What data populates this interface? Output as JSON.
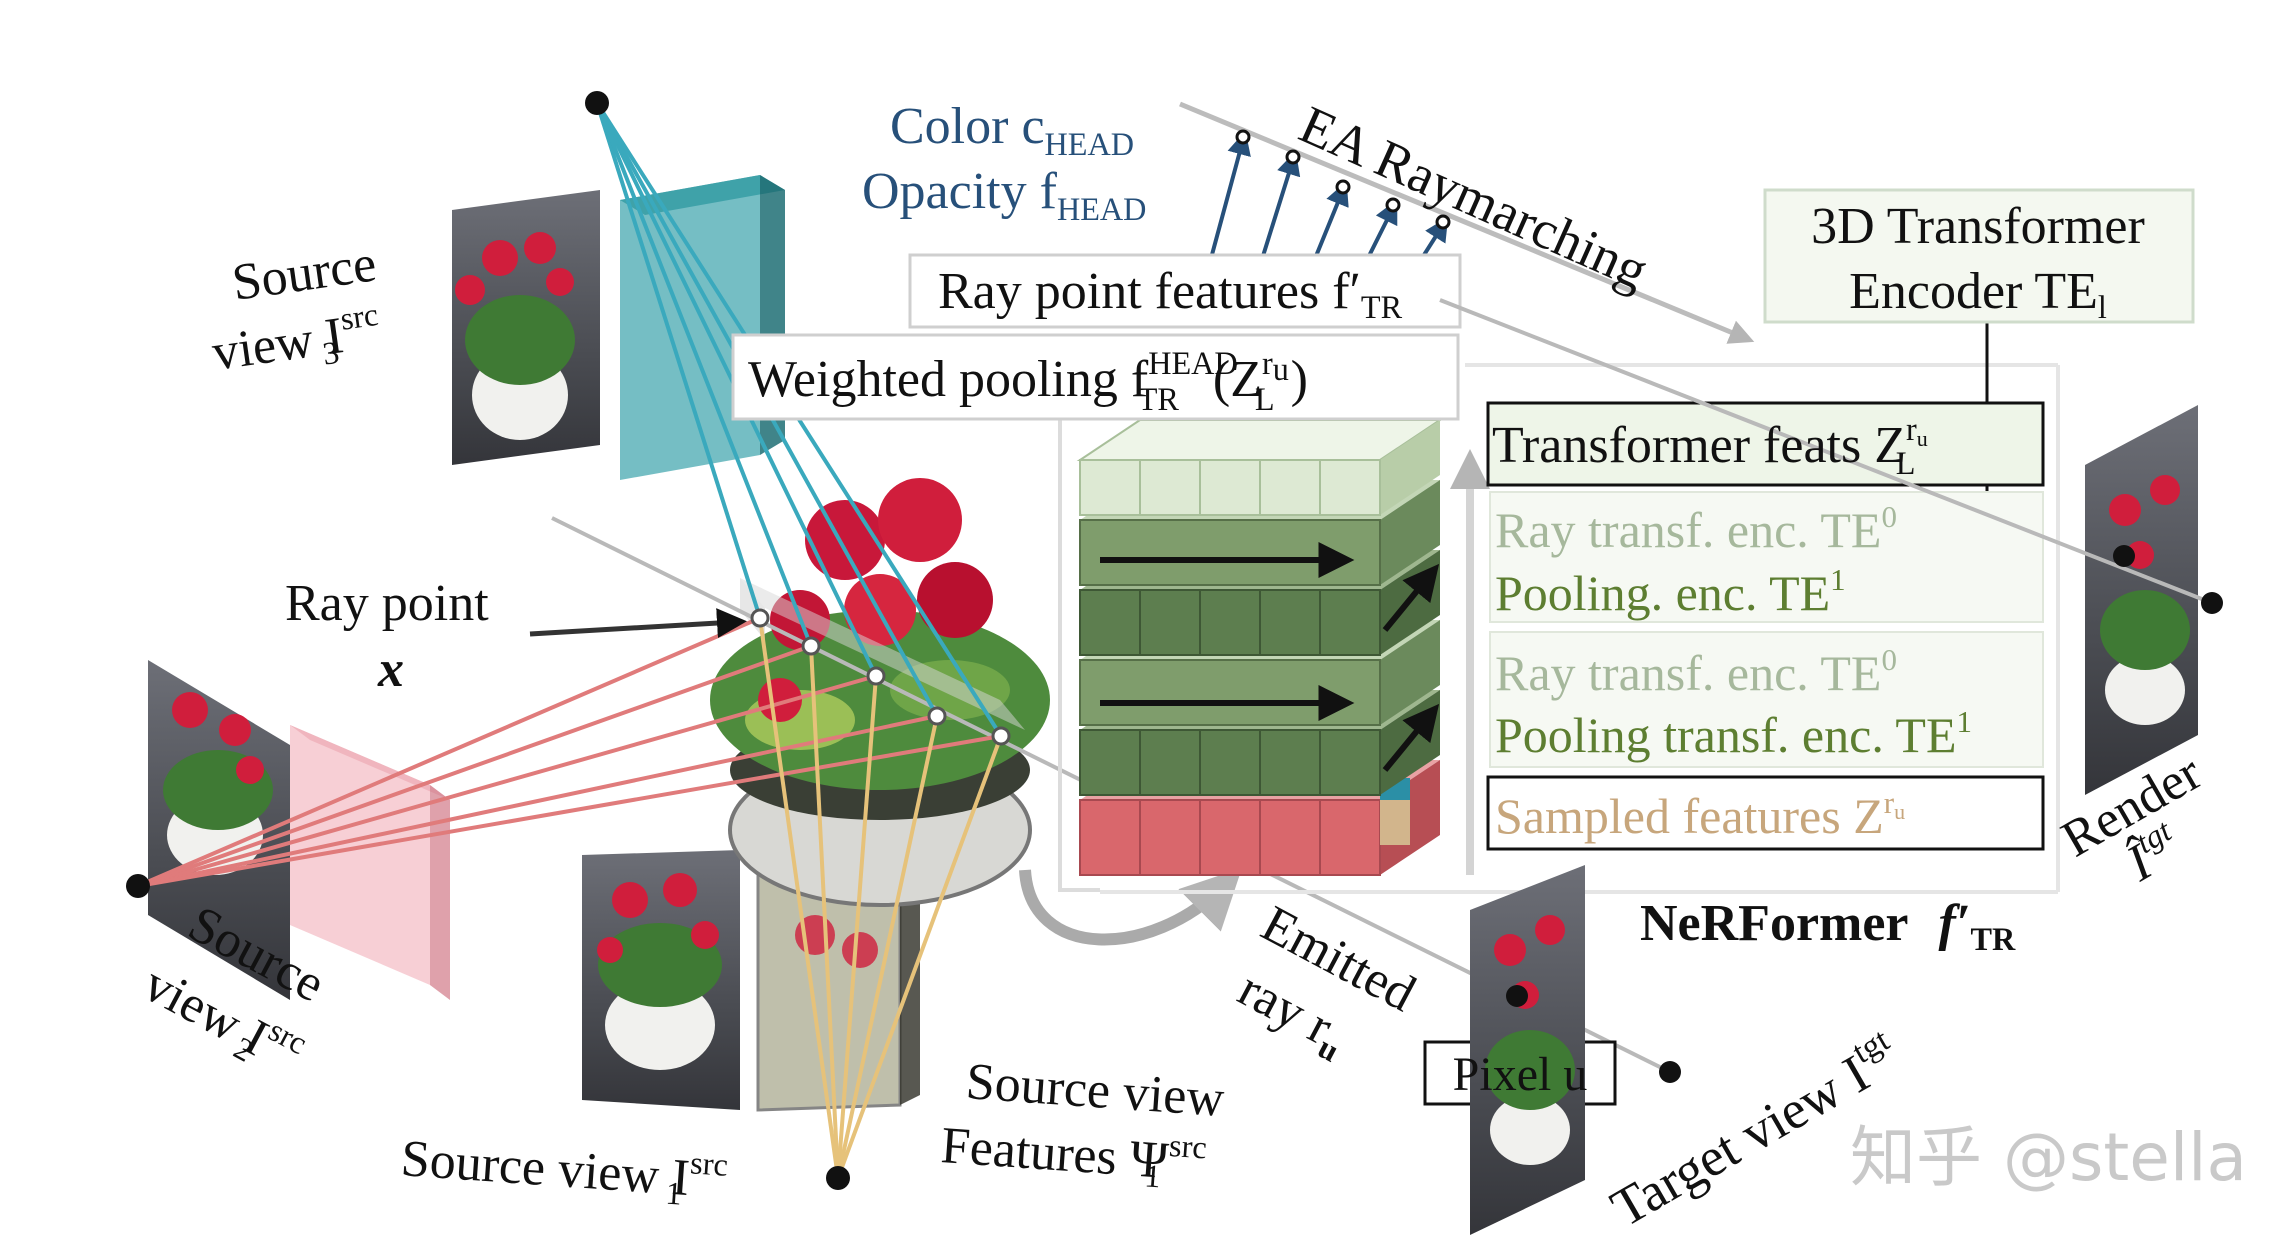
{
  "labels": {
    "color_head": "Color c",
    "color_head_sub": "HEAD",
    "opacity_head": "Opacity f",
    "opacity_head_sub": "HEAD",
    "ea_raymarching": "EA Raymarching",
    "transformer_encoder_1": "3D Transformer",
    "transformer_encoder_2": "Encoder TE",
    "transformer_encoder_sub": "l",
    "ray_point_features": "Ray point features f′",
    "ray_point_features_sub": "TR",
    "weighted_pooling": "Weighted pooling f",
    "weighted_pooling_sup": "HEAD",
    "weighted_pooling_sub": "TR",
    "weighted_pooling_arg": "(Z",
    "weighted_pooling_arg_sup": "r",
    "weighted_pooling_arg_supsub": "u",
    "weighted_pooling_arg_sub": "L",
    "weighted_pooling_close": ")",
    "transformer_feats": "Transformer feats Z",
    "transformer_feats_sup": "r",
    "transformer_feats_supsub": "u",
    "transformer_feats_sub": "L",
    "ray_transf_enc_1": "Ray transf. enc. TE",
    "ray_transf_enc_1_sup": "0",
    "pooling_enc": "Pooling. enc. TE",
    "pooling_enc_sup": "1",
    "ray_transf_enc_2": "Ray transf. enc. TE",
    "ray_transf_enc_2_sup": "0",
    "pooling_transf_enc": "Pooling transf. enc. TE",
    "pooling_transf_enc_sup": "1",
    "sampled_features": "Sampled features Z",
    "sampled_features_sup": "r",
    "sampled_features_supsub": "u",
    "source_view_3_a": "Source",
    "source_view_3_b": "view I",
    "source_view_3_sup": "src",
    "source_view_3_sub": "3",
    "ray_point_a": "Ray point",
    "ray_point_b": "x",
    "source_view_2_a": "Source",
    "source_view_2_b": "view I",
    "source_view_2_sup": "src",
    "source_view_2_sub": "2",
    "source_view_1": "Source view I",
    "source_view_1_sup": "src",
    "source_view_1_sub": "1",
    "source_features_a": "Source view",
    "source_features_b": "Features Ψ",
    "source_features_sup": "src",
    "source_features_sub": "1",
    "emitted_ray_a": "Emitted",
    "emitted_ray_b": "ray r",
    "emitted_ray_sub": "u",
    "nerformer": "NeRFormer",
    "nerformer_f": "f′",
    "nerformer_sub": "TR",
    "pixel_u": "Pixel u",
    "target_view": "Target view I",
    "target_view_sup": "tgt",
    "render": "Render",
    "render_var": "Î",
    "render_sup": "tgt",
    "watermark": "知乎 @stella"
  },
  "colors": {
    "teal_rays": "#3aa9bd",
    "pink_rays": "#e07b7b",
    "yellow_rays": "#e6c27a",
    "head_blue": "#27507a",
    "green_light": "#dde9d3",
    "green_mid": "#7f9d6c",
    "green_dark": "#5d7e4f",
    "sampled_red": "#d9676c",
    "sampled_tan": "#d2b58c",
    "flower_red": "#d01e3c"
  }
}
